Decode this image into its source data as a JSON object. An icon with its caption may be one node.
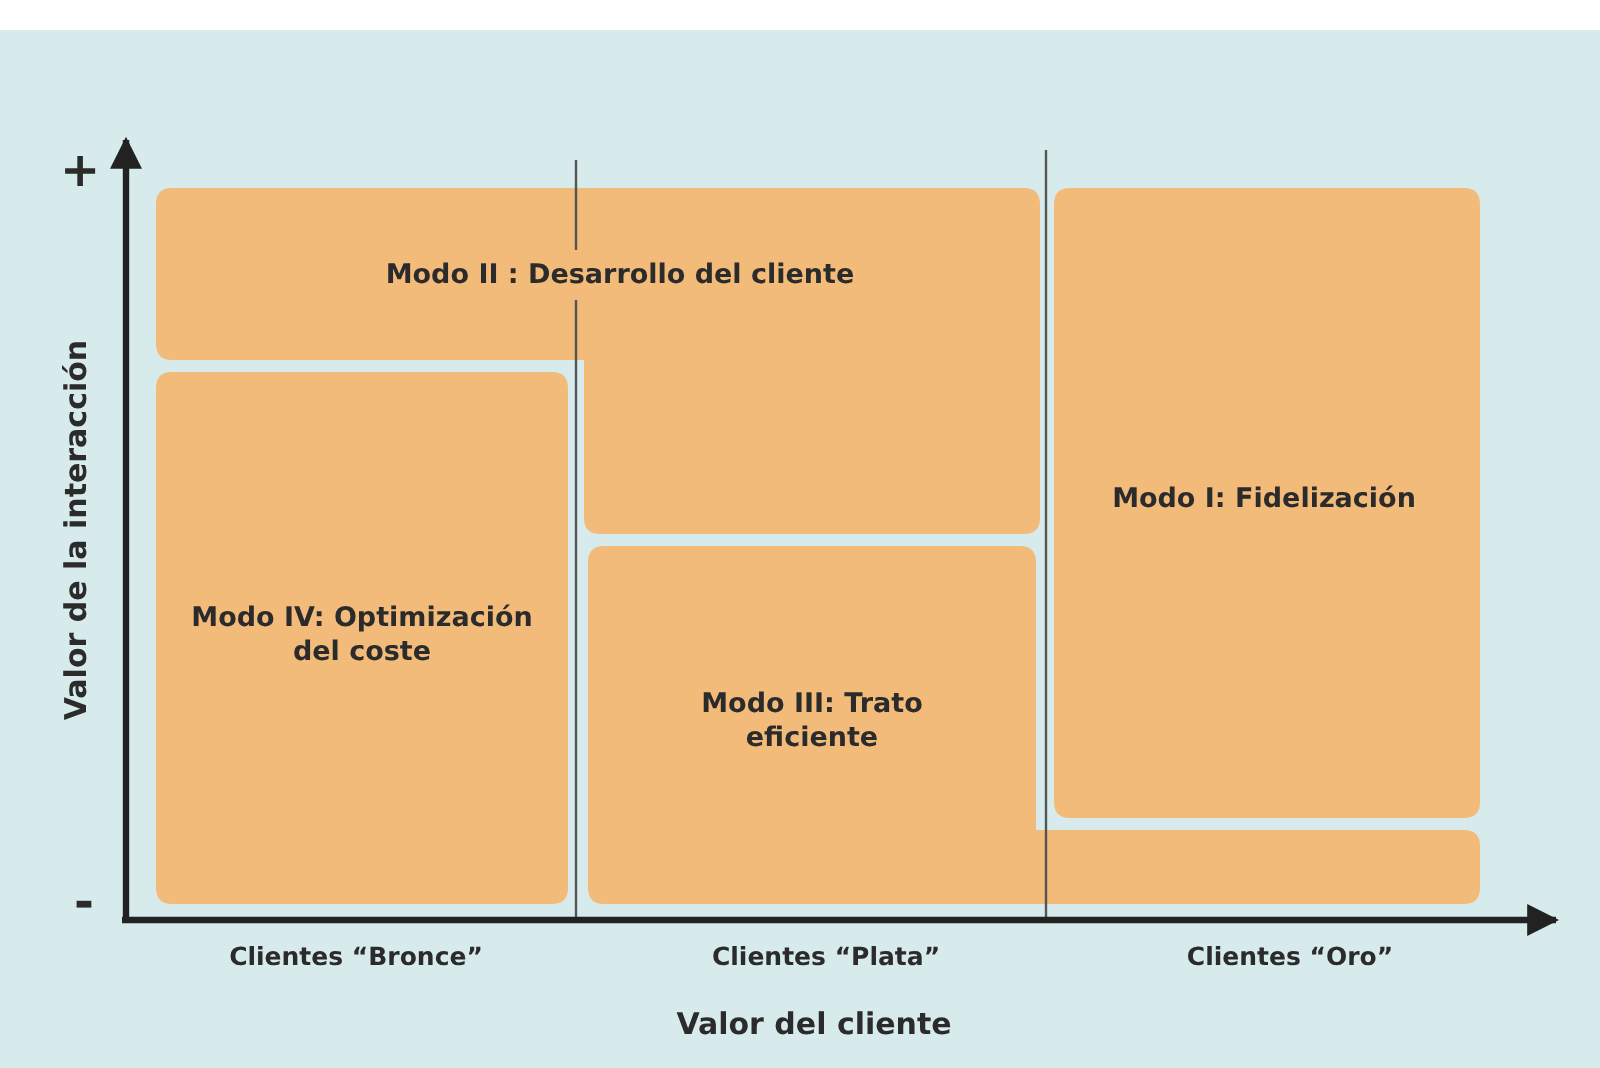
{
  "diagram": {
    "nodes": [
      {
        "text": [
          "Modo II : Desarrollo del cliente"
        ]
      },
      {
        "text": [
          "Modo IV: Optimización del coste"
        ]
      },
      {
        "text": [
          "Modo III: Trato eficiente"
        ]
      },
      {
        "text": [
          "Modo I: Fidelización"
        ]
      }
    ],
    "labels": [
      "+",
      "Valor de la interacción",
      "-",
      "Clientes “Bronce”",
      "Clientes “Plata”",
      "Clientes “Oro”",
      "Valor  del cliente"
    ]
  }
}
